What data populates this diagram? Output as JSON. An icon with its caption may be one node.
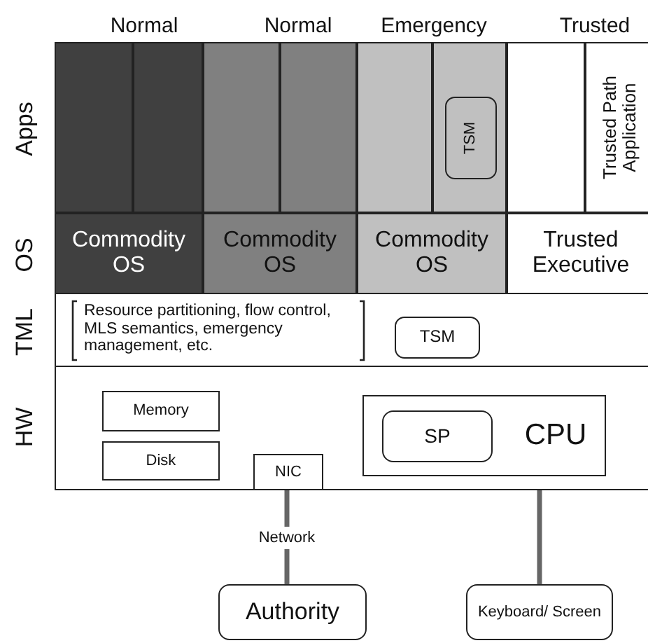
{
  "diagram": {
    "nodes": [
      {
        "text": [],
        "shape": "box"
      },
      {
        "text": [],
        "shape": "box"
      },
      {
        "text": [],
        "shape": "box"
      },
      {
        "text": [],
        "shape": "box"
      },
      {
        "text": [],
        "shape": "box"
      },
      {
        "text": [],
        "shape": "box"
      },
      {
        "text": [
          "TSM"
        ],
        "in": 5
      },
      {
        "text": [],
        "shape": "box"
      },
      {
        "text": [
          "Trusted Path Application"
        ]
      },
      {
        "text": [
          "Commodity OS"
        ]
      },
      {
        "text": [
          "Commodity OS"
        ]
      },
      {
        "text": [
          "Commodity OS"
        ]
      },
      {
        "text": [
          "Trusted Executive"
        ]
      },
      {
        "text": [
          "Resource partitioning, flow control, MLS semantics, emergency management, etc."
        ]
      },
      {
        "text": [
          "TSM"
        ],
        "in": 13
      },
      {
        "text": [],
        "shape": "box"
      },
      {
        "text": [
          "Memory"
        ],
        "in": 15
      },
      {
        "text": [
          "Disk"
        ],
        "in": 15
      },
      {
        "text": [
          "NIC"
        ],
        "in": 15
      },
      {
        "text": [
          "CPU"
        ],
        "in": 15
      },
      {
        "text": [
          "SP"
        ],
        "in": 19
      },
      {
        "text": [
          "Authority"
        ]
      },
      {
        "text": [
          "Keyboard/ Screen"
        ]
      }
    ],
    "edges": [
      {
        "from": 18,
        "to": 21,
        "arrow": "none",
        "label": "Network"
      },
      {
        "from": 15,
        "to": 22,
        "arrow": "none"
      }
    ],
    "labels": [
      "Normal",
      "Normal",
      "Emergency",
      "Trusted",
      "Apps",
      "OS",
      "TML",
      "HW"
    ]
  }
}
